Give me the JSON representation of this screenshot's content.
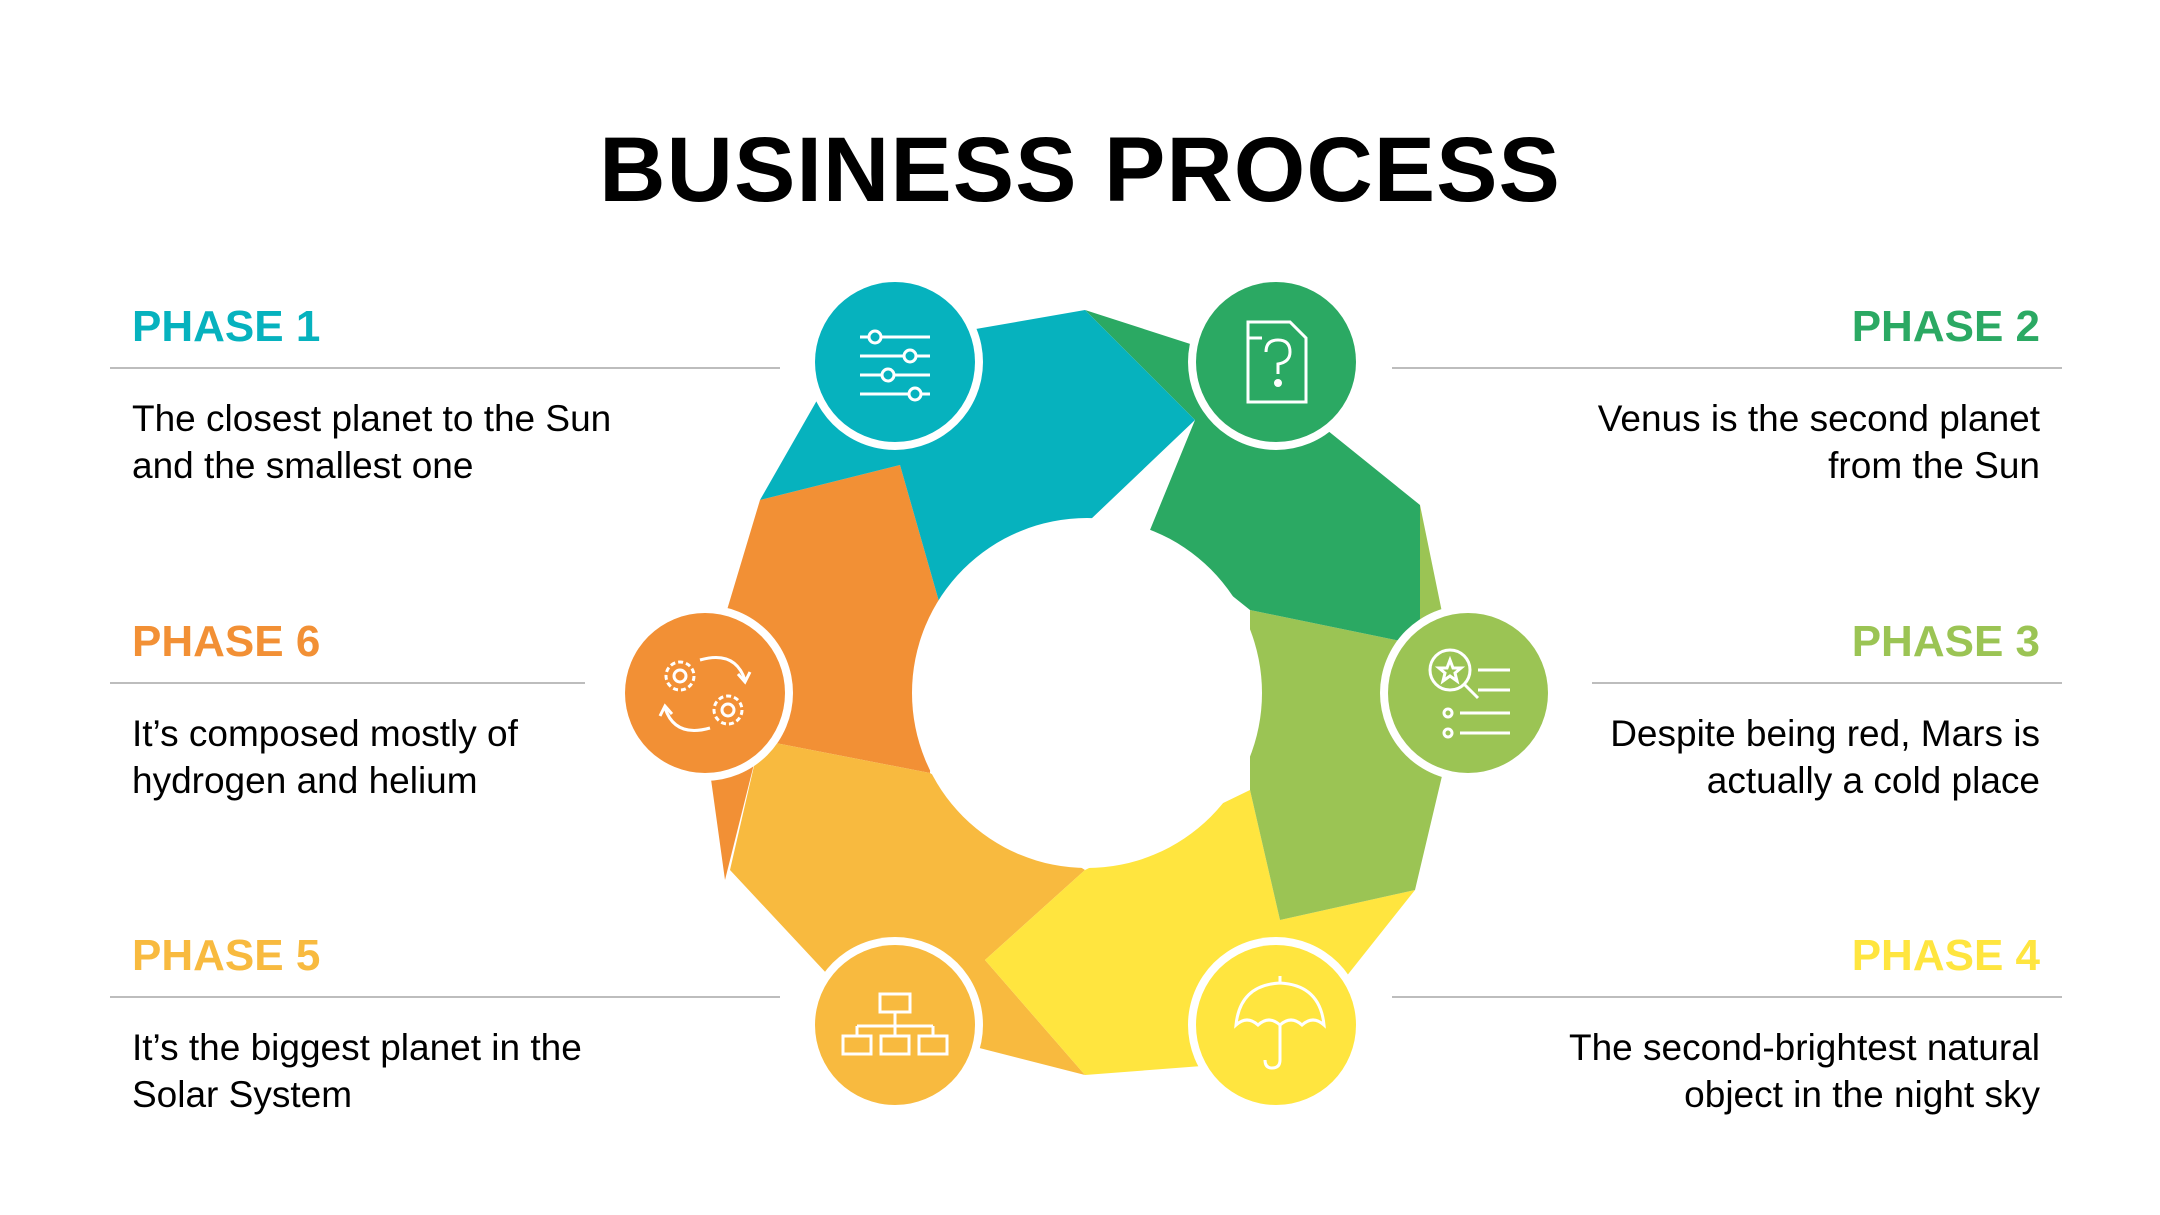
{
  "title": "BUSINESS PROCESS",
  "colors": {
    "phase1": "#06B2BE",
    "phase2": "#2BA963",
    "phase3": "#9BC454",
    "phase4": "#FFE53F",
    "phase5": "#F8BA3F",
    "phase6": "#F29035",
    "rule": "#BDBDBD",
    "text": "#000000"
  },
  "phases": [
    {
      "label": "PHASE 1",
      "text": [
        "The closest planet to the Sun",
        "and the smallest one"
      ],
      "icon": "sliders-icon"
    },
    {
      "label": "PHASE 2",
      "text": [
        "Venus is the second planet",
        "from the Sun"
      ],
      "icon": "document-question-icon"
    },
    {
      "label": "PHASE 3",
      "text": [
        "Despite being red, Mars is",
        "actually a cold place"
      ],
      "icon": "search-list-icon"
    },
    {
      "label": "PHASE 4",
      "text": [
        "The second-brightest natural",
        "object in the night sky"
      ],
      "icon": "umbrella-icon"
    },
    {
      "label": "PHASE 5",
      "text": [
        "It’s the biggest planet in the",
        "Solar System"
      ],
      "icon": "hierarchy-icon"
    },
    {
      "label": "PHASE 6",
      "text": [
        "It’s composed mostly of",
        "hydrogen and helium"
      ],
      "icon": "gears-cycle-icon"
    }
  ]
}
